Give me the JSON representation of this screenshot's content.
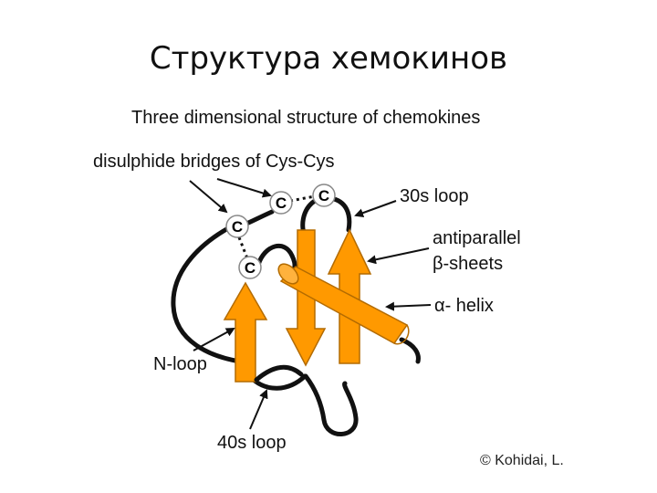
{
  "slide_title": "Структура хемокинов",
  "figure": {
    "title": "Three dimensional structure of chemokines",
    "labels": {
      "disulphide": "disulphide bridges of Cys-Cys",
      "loop30s": "30s loop",
      "antiparallel_line1": "antiparallel",
      "antiparallel_line2": "β-sheets",
      "helix": "α- helix",
      "nloop": "N-loop",
      "loop40s": "40s loop"
    },
    "cys_label": "C",
    "copyright": "© Kohidai, L."
  },
  "colors": {
    "orange": "#FF9900",
    "orange_dark": "#B36B00",
    "backbone": "#111111",
    "text": "#111111"
  }
}
